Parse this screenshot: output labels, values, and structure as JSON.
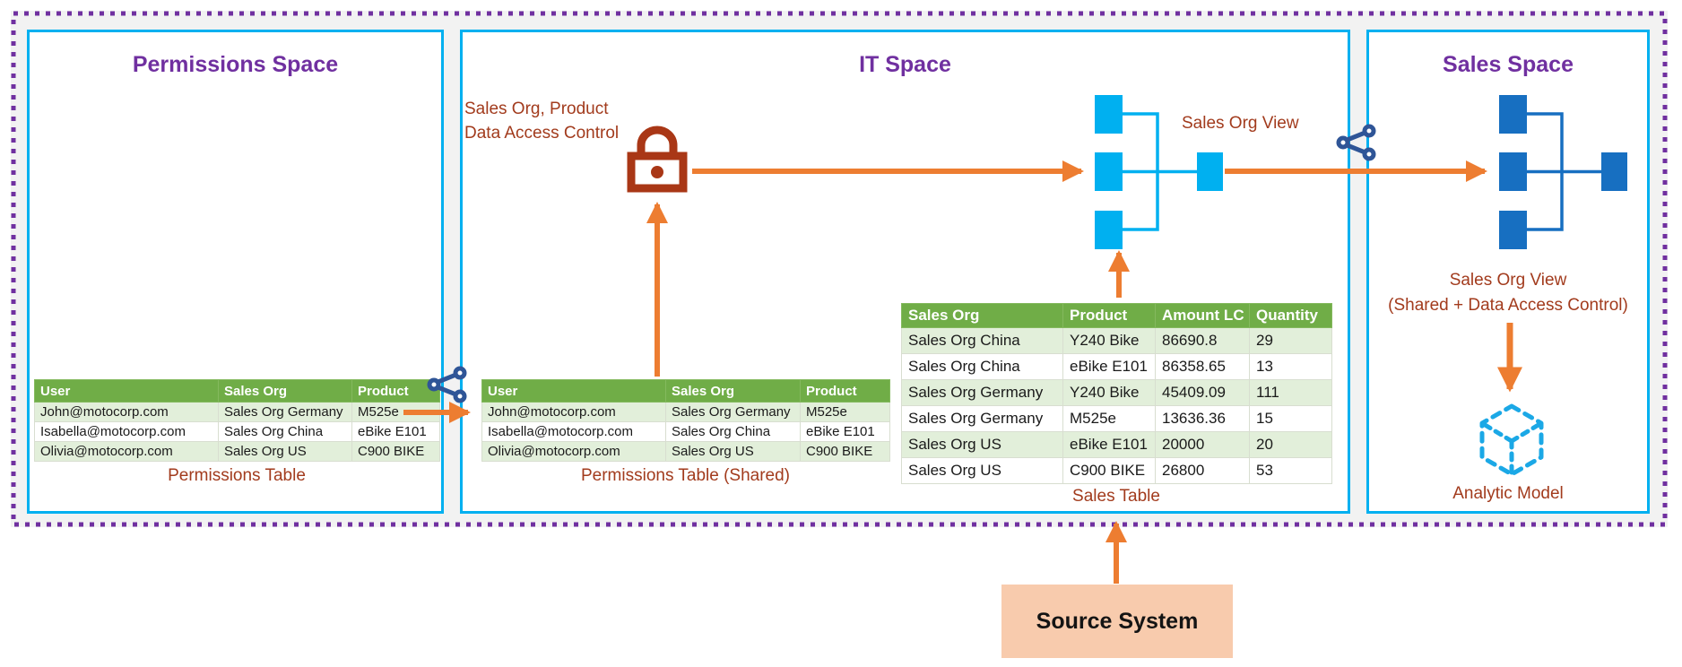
{
  "colors": {
    "boundary_purple": "#7030A0",
    "space_border_blue": "#00B0F0",
    "title_purple": "#7030A0",
    "label_red": "#A23B1D",
    "lock_red": "#A93716",
    "arrow_orange": "#ED7D31",
    "share_blue": "#2F5597",
    "view_icon_light_blue": "#00B0F0",
    "view_icon_dark_blue": "#176FC1",
    "cube_blue": "#1BA8E6",
    "table_header_green": "#70AD47",
    "table_stripe_green": "#E2EFDA",
    "source_box_peach": "#F8CBAD"
  },
  "spaces": {
    "permissions": {
      "title": "Permissions Space",
      "table": {
        "headers": [
          "User",
          "Sales Org",
          "Product"
        ],
        "rows": [
          [
            "John@motocorp.com",
            "Sales Org Germany",
            "M525e"
          ],
          [
            "Isabella@motocorp.com",
            "Sales Org China",
            "eBike E101"
          ],
          [
            "Olivia@motocorp.com",
            "Sales Org US",
            "C900 BIKE"
          ]
        ]
      },
      "caption": "Permissions Table"
    },
    "it": {
      "title": "IT Space",
      "access_control_label": {
        "line1": "Sales Org, Product",
        "line2": "Data Access Control"
      },
      "view_label": "Sales Org View",
      "shared_table": {
        "headers": [
          "User",
          "Sales Org",
          "Product"
        ],
        "rows": [
          [
            "John@motocorp.com",
            "Sales Org Germany",
            "M525e"
          ],
          [
            "Isabella@motocorp.com",
            "Sales Org China",
            "eBike E101"
          ],
          [
            "Olivia@motocorp.com",
            "Sales Org US",
            "C900 BIKE"
          ]
        ]
      },
      "shared_caption": "Permissions Table (Shared)",
      "sales_table": {
        "headers": [
          "Sales Org",
          "Product",
          "Amount LC",
          "Quantity"
        ],
        "rows": [
          [
            "Sales Org China",
            "Y240 Bike",
            "86690.8",
            "29"
          ],
          [
            "Sales Org China",
            "eBike E101",
            "86358.65",
            "13"
          ],
          [
            "Sales Org Germany",
            "Y240 Bike",
            "45409.09",
            "111"
          ],
          [
            "Sales Org Germany",
            "M525e",
            "13636.36",
            "15"
          ],
          [
            "Sales Org US",
            "eBike E101",
            "20000",
            "20"
          ],
          [
            "Sales Org US",
            "C900 BIKE",
            "26800",
            "53"
          ]
        ]
      },
      "sales_caption": "Sales Table"
    },
    "sales": {
      "title": "Sales Space",
      "view_label_line1": "Sales Org View",
      "view_label_line2": "(Shared + Data Access Control)",
      "model_label": "Analytic Model"
    }
  },
  "source_system": {
    "label": "Source System"
  },
  "icons": {
    "lock": "lock-icon",
    "share": "share-icon",
    "view": "view-table-icon",
    "cube": "analytic-model-cube-icon"
  }
}
